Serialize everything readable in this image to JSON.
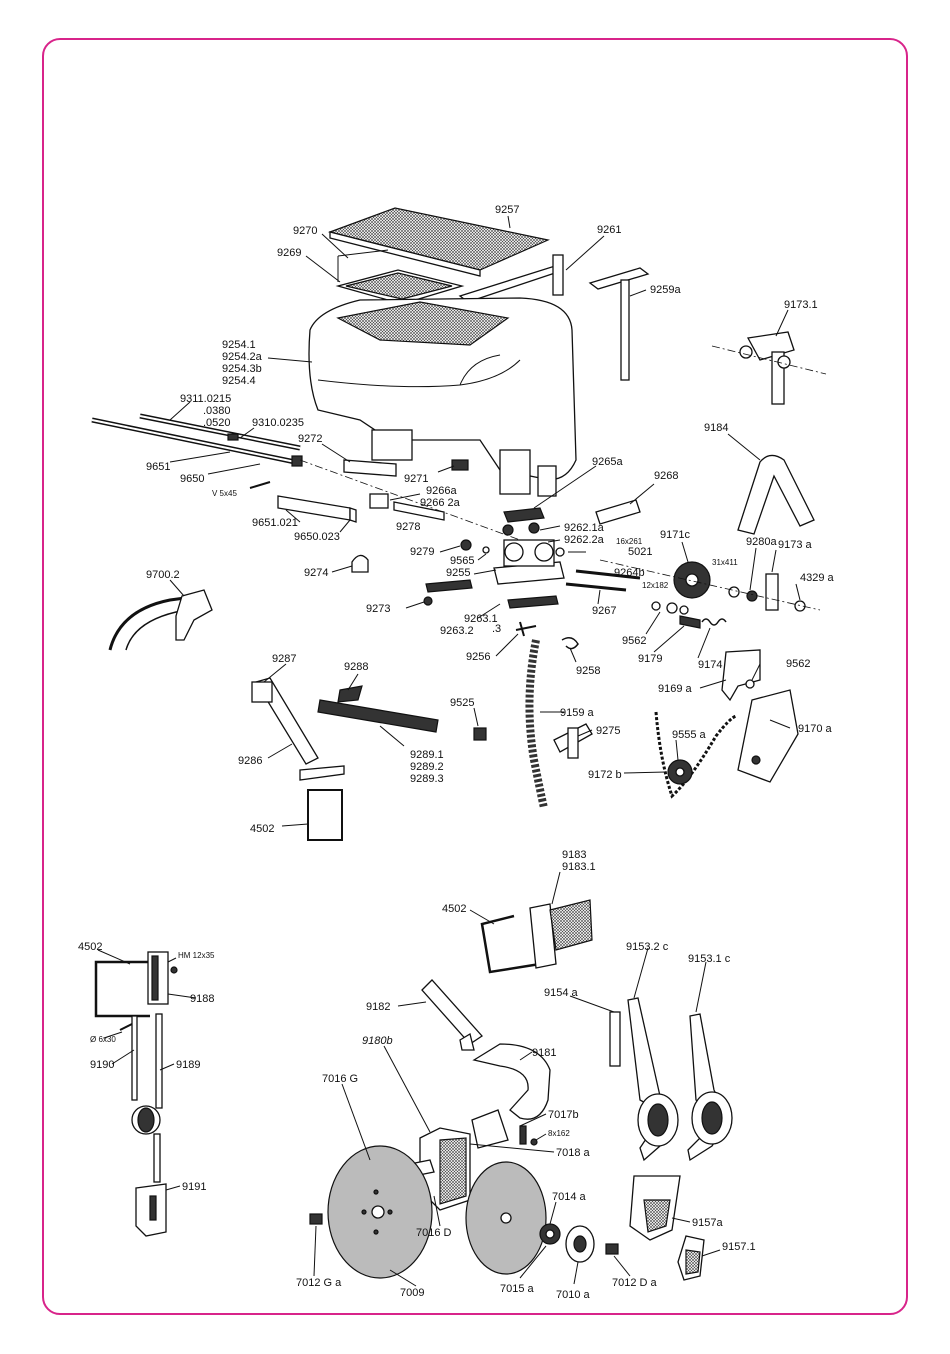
{
  "labels": [
    {
      "id": "9257",
      "text": "9257"
    },
    {
      "id": "9270",
      "text": "9270"
    },
    {
      "id": "9269",
      "text": "9269"
    },
    {
      "id": "9261",
      "text": "9261"
    },
    {
      "id": "9259a",
      "text": "9259a"
    },
    {
      "id": "9173_1",
      "text": "9173.1"
    },
    {
      "id": "9254_1",
      "text": "9254.1"
    },
    {
      "id": "9254_2a",
      "text": "9254.2a"
    },
    {
      "id": "9254_3b",
      "text": "9254.3b"
    },
    {
      "id": "9254_4",
      "text": "9254.4"
    },
    {
      "id": "9311_0215",
      "text": "9311.0215"
    },
    {
      "id": "0380",
      "text": ".0380"
    },
    {
      "id": "0520",
      "text": ".0520"
    },
    {
      "id": "9310_0235",
      "text": "9310.0235"
    },
    {
      "id": "9272",
      "text": "9272"
    },
    {
      "id": "9651",
      "text": "9651"
    },
    {
      "id": "9650",
      "text": "9650"
    },
    {
      "id": "v5x45",
      "text": "V 5x45"
    },
    {
      "id": "9271",
      "text": "9271"
    },
    {
      "id": "9265a",
      "text": "9265a"
    },
    {
      "id": "9268",
      "text": "9268"
    },
    {
      "id": "9184",
      "text": "9184"
    },
    {
      "id": "9266a",
      "text": "9266a"
    },
    {
      "id": "9266_2a",
      "text": "9266 2a"
    },
    {
      "id": "9651_021",
      "text": "9651.021"
    },
    {
      "id": "9278",
      "text": "9278"
    },
    {
      "id": "9650_023",
      "text": "9650.023"
    },
    {
      "id": "9262_1a",
      "text": "9262.1a"
    },
    {
      "id": "9262_2a",
      "text": "9262.2a"
    },
    {
      "id": "16x261",
      "text": "16x261"
    },
    {
      "id": "5021",
      "text": "5021"
    },
    {
      "id": "9171c",
      "text": "9171c"
    },
    {
      "id": "9279",
      "text": "9279"
    },
    {
      "id": "9565",
      "text": "9565"
    },
    {
      "id": "9255",
      "text": "9255"
    },
    {
      "id": "9264b",
      "text": "9264b"
    },
    {
      "id": "31x411",
      "text": "31x411"
    },
    {
      "id": "9280a",
      "text": "9280a"
    },
    {
      "id": "9173a",
      "text": "9173 a"
    },
    {
      "id": "9274",
      "text": "9274"
    },
    {
      "id": "9700_2",
      "text": "9700.2"
    },
    {
      "id": "12x182",
      "text": "12x182"
    },
    {
      "id": "4329a",
      "text": "4329 a"
    },
    {
      "id": "9273",
      "text": "9273"
    },
    {
      "id": "9267",
      "text": "9267"
    },
    {
      "id": "9263_1",
      "text": "9263.1"
    },
    {
      "id": "9263_2",
      "text": "9263.2"
    },
    {
      "id": "9263_3",
      "text": ".3"
    },
    {
      "id": "9562a",
      "text": "9562"
    },
    {
      "id": "9256",
      "text": "9256"
    },
    {
      "id": "9258",
      "text": "9258"
    },
    {
      "id": "9179",
      "text": "9179"
    },
    {
      "id": "9174",
      "text": "9174"
    },
    {
      "id": "9562b",
      "text": "9562"
    },
    {
      "id": "9287",
      "text": "9287"
    },
    {
      "id": "9288",
      "text": "9288"
    },
    {
      "id": "9169a",
      "text": "9169 a"
    },
    {
      "id": "9525",
      "text": "9525"
    },
    {
      "id": "9159a",
      "text": "9159 a"
    },
    {
      "id": "9170a",
      "text": "9170 a"
    },
    {
      "id": "9275",
      "text": "9275"
    },
    {
      "id": "9555a",
      "text": "9555 a"
    },
    {
      "id": "9289_1",
      "text": "9289.1"
    },
    {
      "id": "9289_2",
      "text": "9289.2"
    },
    {
      "id": "9289_3",
      "text": "9289.3"
    },
    {
      "id": "9286",
      "text": "9286"
    },
    {
      "id": "9172b",
      "text": "9172 b"
    },
    {
      "id": "4502a",
      "text": "4502"
    },
    {
      "id": "9183",
      "text": "9183"
    },
    {
      "id": "9183_1",
      "text": "9183.1"
    },
    {
      "id": "4502b",
      "text": "4502"
    },
    {
      "id": "4502c",
      "text": "4502"
    },
    {
      "id": "hm12x35",
      "text": "HM 12x35"
    },
    {
      "id": "9153_2c",
      "text": "9153.2 c"
    },
    {
      "id": "9153_1c",
      "text": "9153.1 c"
    },
    {
      "id": "9188",
      "text": "9188"
    },
    {
      "id": "9154a",
      "text": "9154 a"
    },
    {
      "id": "9182",
      "text": "9182"
    },
    {
      "id": "d6x30",
      "text": "Ø 6x30"
    },
    {
      "id": "9190",
      "text": "9190"
    },
    {
      "id": "9189",
      "text": "9189"
    },
    {
      "id": "9180b",
      "text": "9180b"
    },
    {
      "id": "9181",
      "text": "9181"
    },
    {
      "id": "7016G",
      "text": "7016 G"
    },
    {
      "id": "7017b",
      "text": "7017b"
    },
    {
      "id": "8x162",
      "text": "8x162"
    },
    {
      "id": "7018a",
      "text": "7018 a"
    },
    {
      "id": "9191",
      "text": "9191"
    },
    {
      "id": "7014a",
      "text": "7014 a"
    },
    {
      "id": "9157a",
      "text": "9157a"
    },
    {
      "id": "7016D",
      "text": "7016 D"
    },
    {
      "id": "9157_1",
      "text": "9157.1"
    },
    {
      "id": "7012Ga",
      "text": "7012 G a"
    },
    {
      "id": "7009",
      "text": "7009"
    },
    {
      "id": "7015a",
      "text": "7015 a"
    },
    {
      "id": "7010a",
      "text": "7010 a"
    },
    {
      "id": "7012Da",
      "text": "7012 D a"
    }
  ]
}
